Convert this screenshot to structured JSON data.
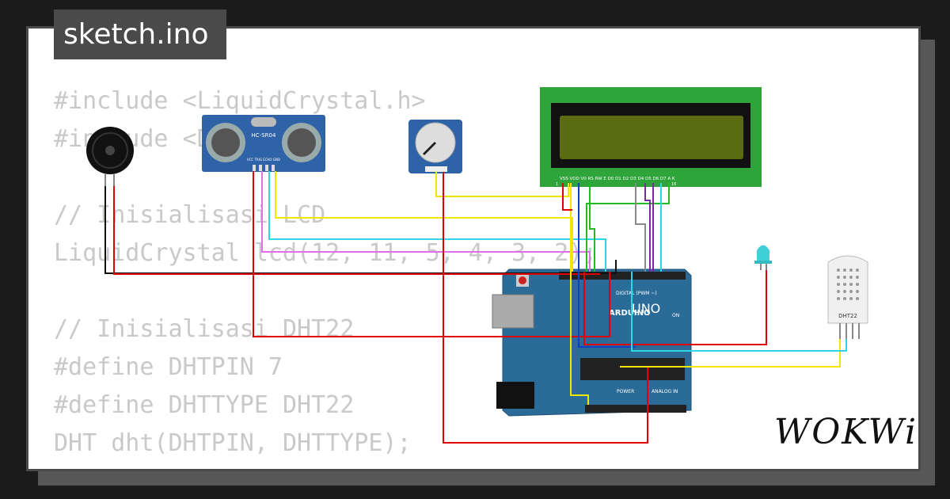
{
  "tab": {
    "title": "sketch.ino"
  },
  "code_lines": [
    "#include <LiquidCrystal.h>",
    "#include <DHT.h>",
    "",
    "// Inisialisasi LCD",
    "LiquidCrystal lcd(12, 11, 5, 4, 3, 2);",
    "",
    "// Inisialisasi DHT22",
    "#define DHTPIN 7",
    "#define DHTTYPE DHT22",
    "DHT dht(DHTPIN, DHTTYPE);"
  ],
  "components": {
    "ultrasonic_label": "HC-SR04",
    "ultrasonic_pins": "VCC TRIG ECHO GND",
    "dht_label": "DHT22",
    "arduino_logo": "ARDUINO",
    "arduino_model": "UNO",
    "arduino_digital_label": "DIGITAL (PWM ~)",
    "arduino_power_label": "POWER",
    "arduino_analog_label": "ANALOG IN",
    "arduino_on_label": "ON",
    "lcd_pins": "VSS VDD V0 RS RW E D0 D1 D2 D3 D4 D5 D6 D7 A K",
    "lcd_pin_first": "1",
    "lcd_pin_last": "16"
  },
  "brand": {
    "logo": "WOKWi"
  },
  "colors": {
    "wire_red": "#e00000",
    "wire_black": "#111111",
    "wire_yellow": "#f2e600",
    "wire_cyan": "#30d6e8",
    "wire_magenta": "#e070e8",
    "wire_green": "#22bb22",
    "wire_blue": "#1040c0",
    "wire_purple": "#7a2aa0",
    "wire_gray": "#888888",
    "arduino_blue": "#2b6b98",
    "lcd_green": "#2fa43a",
    "sensor_blue": "#2f63a8"
  }
}
